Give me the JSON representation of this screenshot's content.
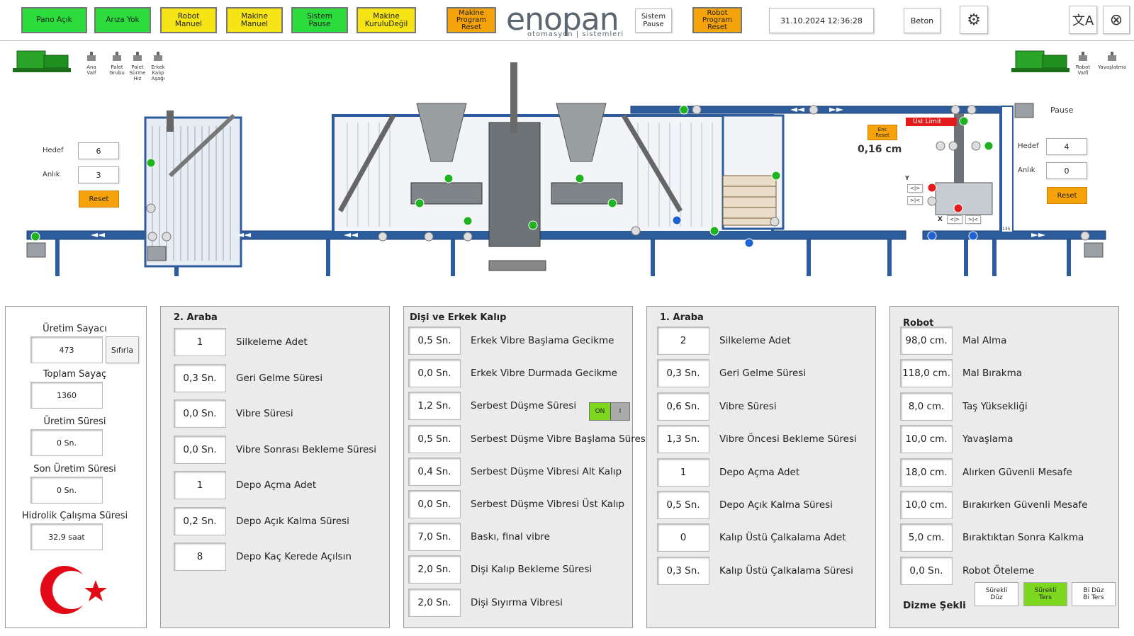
{
  "topbar": {
    "buttons": [
      {
        "label": "Pano Açık",
        "color": "#2bdc3c"
      },
      {
        "label": "Arıza Yok",
        "color": "#2bdc3c"
      },
      {
        "label": "Robot\nManuel",
        "color": "#f6e416"
      },
      {
        "label": "Makine\nManuel",
        "color": "#f6e416"
      },
      {
        "label": "Sistem\nPause",
        "color": "#2bdc3c"
      },
      {
        "label": "Makine\nKuruluDeğil",
        "color": "#f6e416"
      }
    ],
    "machine_program_reset": "Makine\nProgram\nReset",
    "logo_word": "enopan",
    "logo_sub": "otomasyon | sistemleri",
    "system_pause": "Sistem\nPause",
    "robot_program_reset": "Robot\nProgram\nReset",
    "datetime": "31.10.2024 12:36:28",
    "material": "Beton",
    "icons": {
      "settings": "gear-icon",
      "language": "translate-icon",
      "close": "close-icon"
    }
  },
  "machine": {
    "left_valves": [
      {
        "label": "Ana\nValf"
      },
      {
        "label": "Palet\nGrubu"
      },
      {
        "label": "Palet\nSürme\nHız"
      },
      {
        "label": "Erkek\nKalıp\nAşağı"
      }
    ],
    "right_valves": [
      {
        "label": "Robot\nValfi"
      },
      {
        "label": "Yavaşlatma"
      }
    ],
    "left_counter": {
      "target_label": "Hedef",
      "target": "6",
      "current_label": "Anlık",
      "current": "3",
      "reset": "Reset"
    },
    "right_counter": {
      "target_label": "Hedef",
      "target": "4",
      "current_label": "Anlık",
      "current": "0",
      "reset": "Reset"
    },
    "pause_label": "Pause",
    "enc_reset": "Enc\nReset",
    "upper_limit": "Üst Limit",
    "position_readout": "0,16  cm",
    "axis_y": "Y",
    "axis_x": "X",
    "rail_value": "135"
  },
  "counters": {
    "production_counter_label": "Üretim Sayacı",
    "production_counter": "473",
    "reset_label": "Sıfırla",
    "total_counter_label": "Toplam Sayaç",
    "total_counter": "1360",
    "production_time_label": "Üretim Süresi",
    "production_time": "0 Sn.",
    "last_production_time_label": "Son Üretim Süresi",
    "last_production_time": "0 Sn.",
    "hydraulic_time_label": "Hidrolik Çalışma Süresi",
    "hydraulic_time": "32,9 saat"
  },
  "cart2": {
    "title": "2. Araba",
    "rows": [
      {
        "value": "1",
        "label": "Silkeleme Adet"
      },
      {
        "value": "0,3  Sn.",
        "label": "Geri Gelme Süresi"
      },
      {
        "value": "0,0  Sn.",
        "label": "Vibre Süresi"
      },
      {
        "value": "0,0  Sn.",
        "label": "Vibre Sonrası Bekleme Süresi"
      },
      {
        "value": "1",
        "label": "Depo Açma Adet"
      },
      {
        "value": "0,2  Sn.",
        "label": "Depo Açık Kalma Süresi"
      },
      {
        "value": "8",
        "label": "Depo Kaç Kerede Açılsın"
      }
    ]
  },
  "mold": {
    "title": "Dişi ve Erkek Kalıp",
    "rows": [
      {
        "value": "0,5  Sn.",
        "label": "Erkek Vibre Başlama Gecikme"
      },
      {
        "value": "0,0  Sn.",
        "label": "Erkek Vibre Durmada Gecikme"
      },
      {
        "value": "1,2  Sn.",
        "label": "Serbest Düşme Süresi"
      },
      {
        "value": "0,5  Sn.",
        "label": "Serbest Düşme Vibre Başlama Süresi"
      },
      {
        "value": "0,4  Sn.",
        "label": "Serbest Düşme Vibresi Alt Kalıp"
      },
      {
        "value": "0,0  Sn.",
        "label": "Serbest Düşme Vibresi Üst Kalıp"
      },
      {
        "value": "7,0  Sn.",
        "label": "Baskı, final vibre"
      },
      {
        "value": "2,0  Sn.",
        "label": "Dişi Kalıp Bekleme Süresi"
      },
      {
        "value": "2,0  Sn.",
        "label": "Dişi Sıyırma Vibresi"
      }
    ],
    "toggle_on": "ON",
    "toggle_off": "I"
  },
  "cart1": {
    "title": "1. Araba",
    "rows": [
      {
        "value": "2",
        "label": "Silkeleme Adet"
      },
      {
        "value": "0,3  Sn.",
        "label": "Geri Gelme Süresi"
      },
      {
        "value": "0,6  Sn.",
        "label": "Vibre Süresi"
      },
      {
        "value": "1,3  Sn.",
        "label": "Vibre Öncesi Bekleme Süresi"
      },
      {
        "value": "1",
        "label": "Depo Açma Adet"
      },
      {
        "value": "0,5  Sn.",
        "label": "Depo Açık Kalma Süresi"
      },
      {
        "value": "0",
        "label": "Kalıp Üstü Çalkalama Adet"
      },
      {
        "value": "0,3  Sn.",
        "label": "Kalıp Üstü Çalkalama Süresi"
      }
    ]
  },
  "robot": {
    "title": "Robot",
    "rows": [
      {
        "value": "98,0  cm.",
        "label": "Mal Alma"
      },
      {
        "value": "118,0  cm.",
        "label": "Mal Bırakma"
      },
      {
        "value": "8,0  cm.",
        "label": "Taş Yüksekliği"
      },
      {
        "value": "10,0  cm.",
        "label": "Yavaşlama"
      },
      {
        "value": "18,0  cm.",
        "label": "Alırken Güvenli Mesafe"
      },
      {
        "value": "10,0  cm.",
        "label": "Bırakırken  Güvenli Mesafe"
      },
      {
        "value": "5,0  cm.",
        "label": "Bıraktıktan Sonra Kalkma"
      },
      {
        "value": "0,0  Sn.",
        "label": "Robot Öteleme"
      }
    ],
    "stacking_label": "Dizme Şekli",
    "stacking_options": [
      {
        "label": "Sürekli\nDüz",
        "active": false
      },
      {
        "label": "Sürekli\nTers",
        "active": true
      },
      {
        "label": "Bi Düz\nBi Ters",
        "active": false
      }
    ]
  }
}
